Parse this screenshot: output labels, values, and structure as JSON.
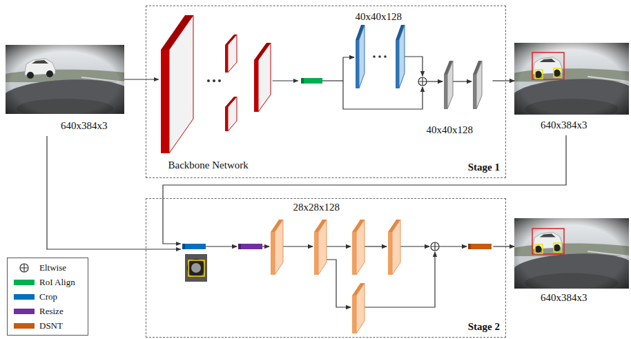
{
  "diagram": {
    "nodes": [
      {
        "text": [
          "640x384x3"
        ]
      },
      {
        "text": [
          "Stage 1"
        ]
      },
      {
        "text": [
          "Backbone Network"
        ],
        "in": 1
      },
      {
        "text": [
          "40x40x128",
          "40x40x128"
        ],
        "in": 1
      },
      {
        "text": [
          "640x384x3"
        ]
      },
      {
        "text": [
          "Stage 2"
        ]
      },
      {
        "text": [
          "28x28x128"
        ],
        "in": 5
      },
      {
        "text": [
          "640x384x3"
        ]
      }
    ],
    "edges": [
      {
        "from": 0,
        "to": 2,
        "arrow": "to"
      },
      {
        "from": 2,
        "to": 3,
        "arrow": "to"
      },
      {
        "from": 3,
        "to": 4,
        "arrow": "to"
      },
      {
        "from": 4,
        "to": 6,
        "arrow": "to"
      },
      {
        "from": 0,
        "to": 6,
        "arrow": "to"
      },
      {
        "from": 6,
        "to": 7,
        "arrow": "to"
      }
    ],
    "legend": [
      {
        "text": "Eltwise"
      },
      {
        "text": "RoI Align",
        "color": "#00b050"
      },
      {
        "text": "Crop",
        "color": "#0070c0"
      },
      {
        "text": "Resize",
        "color": "#7030a0"
      },
      {
        "text": "DSNT",
        "color": "#c55a11"
      }
    ]
  }
}
